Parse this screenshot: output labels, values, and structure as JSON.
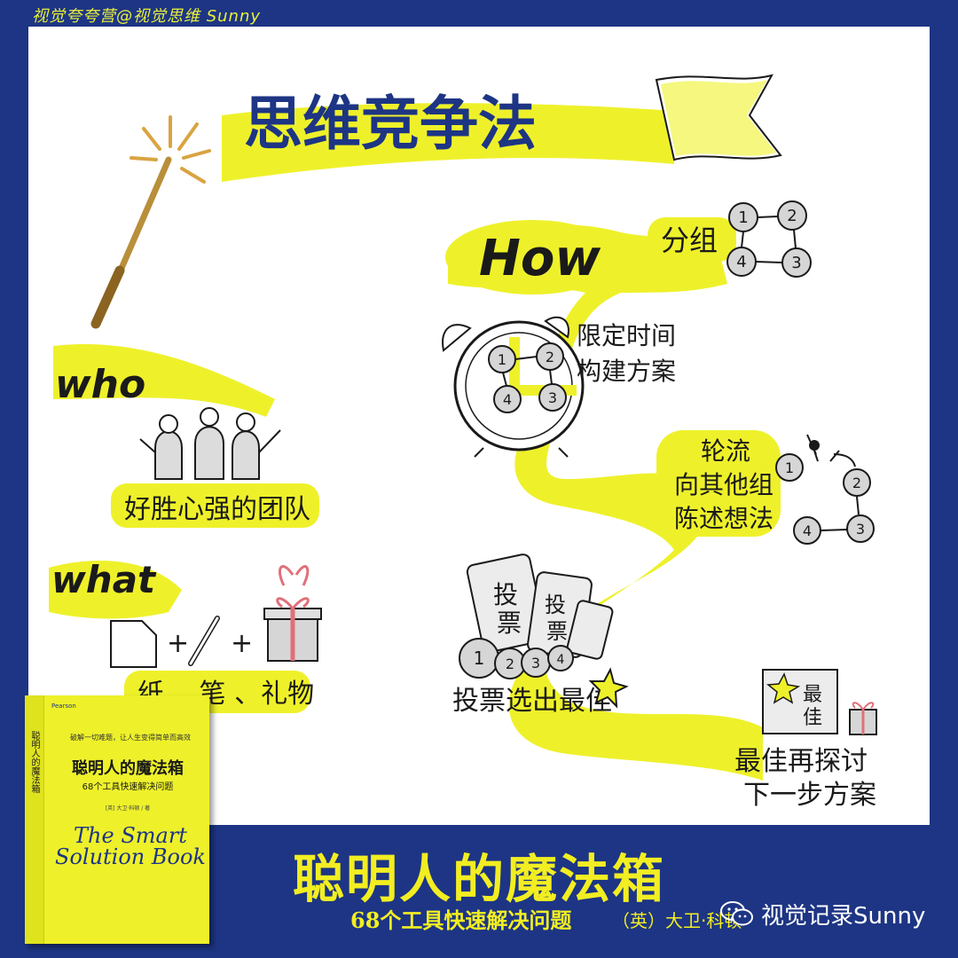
{
  "credit_top": "视觉夸夸营@视觉思维 Sunny",
  "main_title": "思维竞争法",
  "sections": {
    "how": "How",
    "who": "who",
    "what": "what"
  },
  "who_caption": "好胜心强的团队",
  "what_caption": "纸 、笔 、礼物",
  "how_steps": {
    "group": "分组",
    "timed_line1": "限定时间",
    "timed_line2": "构建方案",
    "present_line1": "轮流",
    "present_line2": "向其他组",
    "present_line3": "陈述想法",
    "vote": "投票选出最佳",
    "next_line1": "最佳再探讨",
    "next_line2": "下一步方案"
  },
  "vote_card_text": [
    "投",
    "票"
  ],
  "best_card_text": [
    "最",
    "佳"
  ],
  "numbers": [
    "1",
    "2",
    "3",
    "4"
  ],
  "book": {
    "publisher": "Pearson",
    "slogan": "破解一切难题，让人生变得简单而高效",
    "title": "聪明人的魔法箱",
    "subtitle": "68个工具快速解决问题",
    "author": "[英] 大卫·科顿 / 著",
    "english_title": "The Smart Solution Book",
    "spine": "聪明人的魔法箱"
  },
  "bottom": {
    "title": "聪明人的魔法箱",
    "subtitle": "68个工具快速解决问题",
    "author": "（英）大卫·科顿"
  },
  "wechat_label": "视觉记录Sunny",
  "colors": {
    "background": "#1d3584",
    "highlight": "#eef12a",
    "title_blue": "#1d3584",
    "ink": "#1a1a1a"
  }
}
